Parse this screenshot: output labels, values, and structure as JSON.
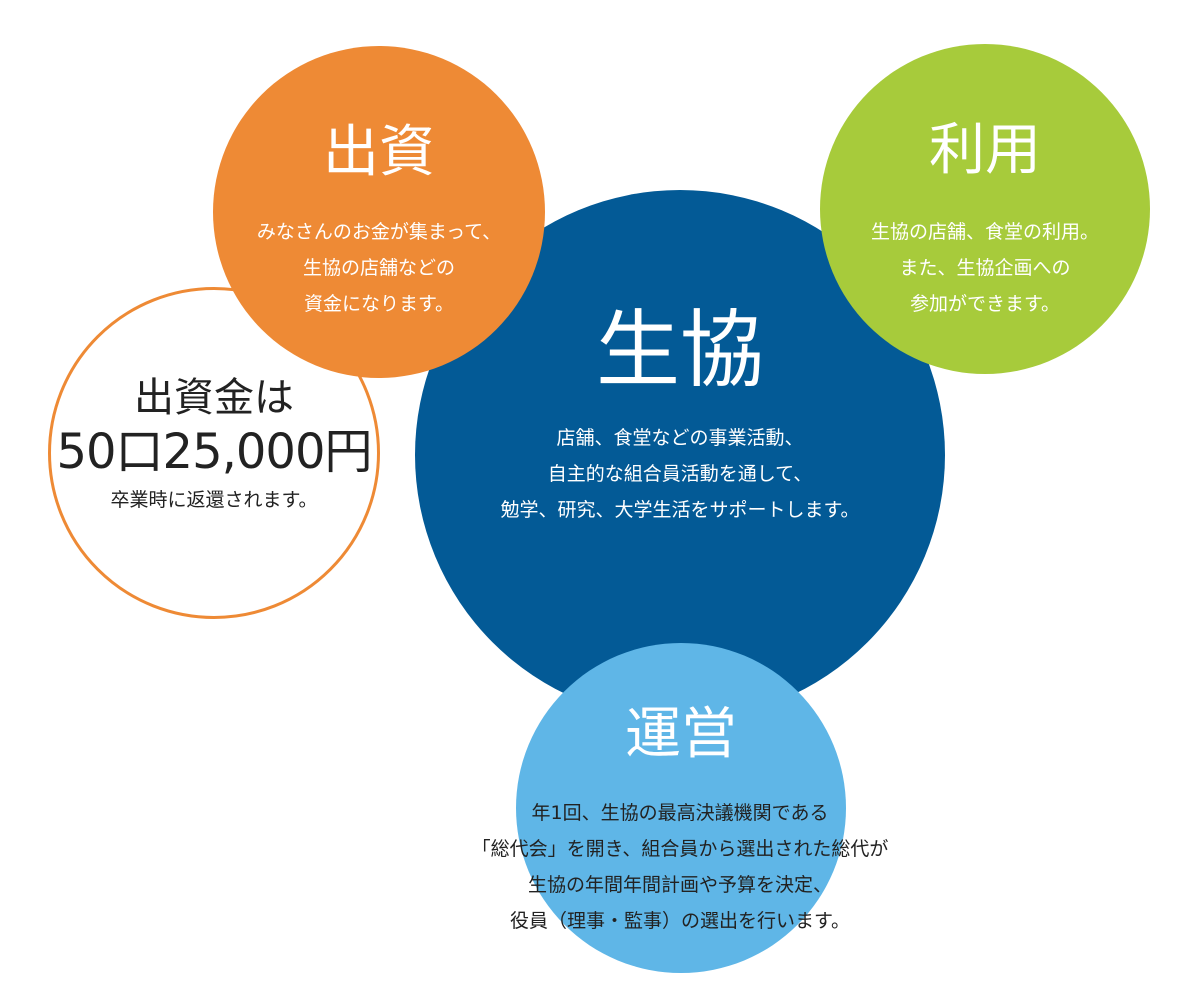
{
  "center": {
    "title": "生協",
    "lines": [
      "店舗、食堂などの事業活動、",
      "自主的な組合員活動を通して、",
      "勉学、研究、大学生活をサポートします。"
    ]
  },
  "investment": {
    "title": "出資",
    "lines": [
      "みなさんのお金が集まって、",
      "生協の店舗などの",
      "資金になります。"
    ]
  },
  "usage": {
    "title": "利用",
    "lines": [
      "生協の店舗、食堂の利用。",
      "また、生協企画への",
      "参加ができます。"
    ]
  },
  "fee": {
    "line1": "出資金は",
    "line2": "50口25,000円",
    "line3": "卒業時に返還されます。"
  },
  "management": {
    "title": "運営",
    "lines": [
      "年1回、生協の最高決議機関である",
      "「総代会」を開き、組合員から選出された総代が",
      "生協の年間年間計画や予算を決定、",
      "役員（理事・監事）の選出を行います。"
    ]
  },
  "colors": {
    "center": "#035a96",
    "investment": "#ee8a35",
    "usage": "#a7cb3b",
    "management": "#5fb6e7",
    "fee_border": "#ee8a35"
  }
}
